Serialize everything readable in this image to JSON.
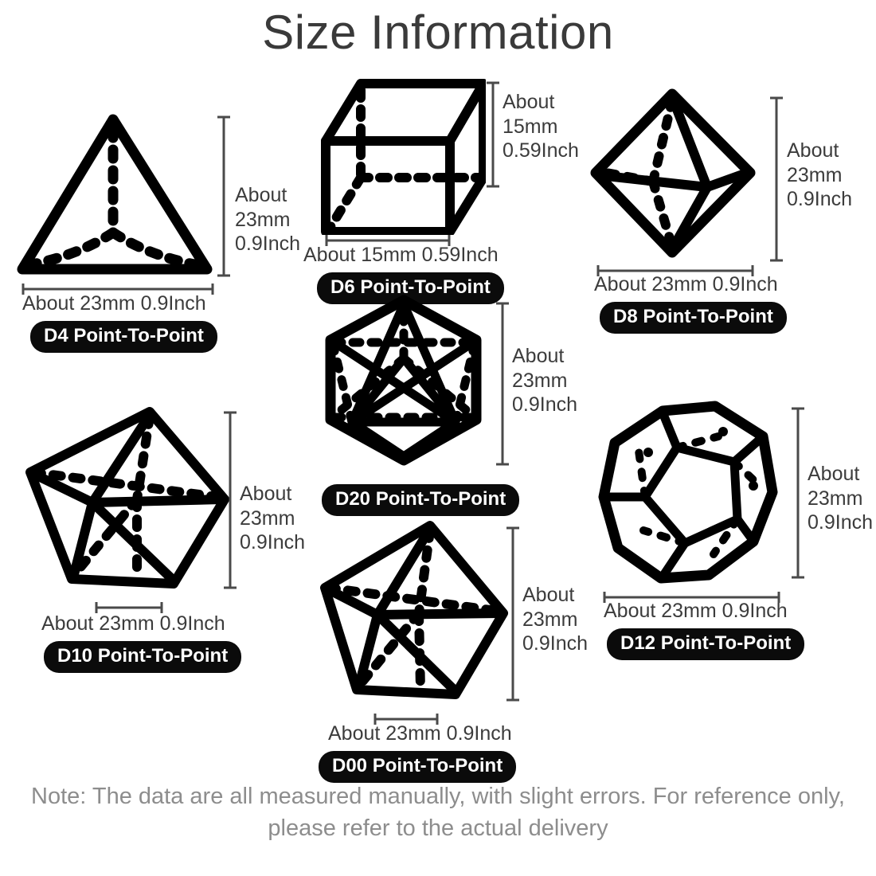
{
  "page": {
    "title": "Size Information",
    "background_color": "#ffffff",
    "title_color": "#3a3a3a",
    "label_color": "#3c3c3c",
    "badge_color": "#0b0b0b",
    "badge_text_color": "#ffffff",
    "note_color": "#8d8d8d",
    "note": "Note: The data are all measured manually, with slight errors. For reference only, please refer to the actual delivery"
  },
  "dice": [
    {
      "id": "d4",
      "shape": "tetrahedron",
      "badge": "D4 Point-To-Point",
      "height_label": {
        "line1": "About",
        "line2": "23mm",
        "line3": "0.9Inch"
      },
      "width_label": "About 23mm 0.9Inch"
    },
    {
      "id": "d6",
      "shape": "cube",
      "badge": "D6 Point-To-Point",
      "height_label": {
        "line1": "About",
        "line2": "15mm",
        "line3": "0.59Inch"
      },
      "width_label": "About 15mm 0.59Inch"
    },
    {
      "id": "d8",
      "shape": "octahedron",
      "badge": "D8 Point-To-Point",
      "height_label": {
        "line1": "About",
        "line2": "23mm",
        "line3": "0.9Inch"
      },
      "width_label": "About 23mm 0.9Inch"
    },
    {
      "id": "d20",
      "shape": "icosahedron",
      "badge": "D20 Point-To-Point",
      "height_label": {
        "line1": "About",
        "line2": "23mm",
        "line3": "0.9Inch"
      },
      "width_label": ""
    },
    {
      "id": "d10",
      "shape": "pentagonal-trapezohedron",
      "badge": "D10 Point-To-Point",
      "height_label": {
        "line1": "About",
        "line2": "23mm",
        "line3": "0.9Inch"
      },
      "width_label": "About 23mm 0.9Inch"
    },
    {
      "id": "d00",
      "shape": "pentagonal-trapezohedron",
      "badge": "D00 Point-To-Point",
      "height_label": {
        "line1": "About",
        "line2": "23mm",
        "line3": "0.9Inch"
      },
      "width_label": "About 23mm 0.9Inch"
    },
    {
      "id": "d12",
      "shape": "dodecahedron",
      "badge": "D12 Point-To-Point",
      "height_label": {
        "line1": "About",
        "line2": "23mm",
        "line3": "0.9Inch"
      },
      "width_label": "About 23mm 0.9Inch"
    }
  ]
}
